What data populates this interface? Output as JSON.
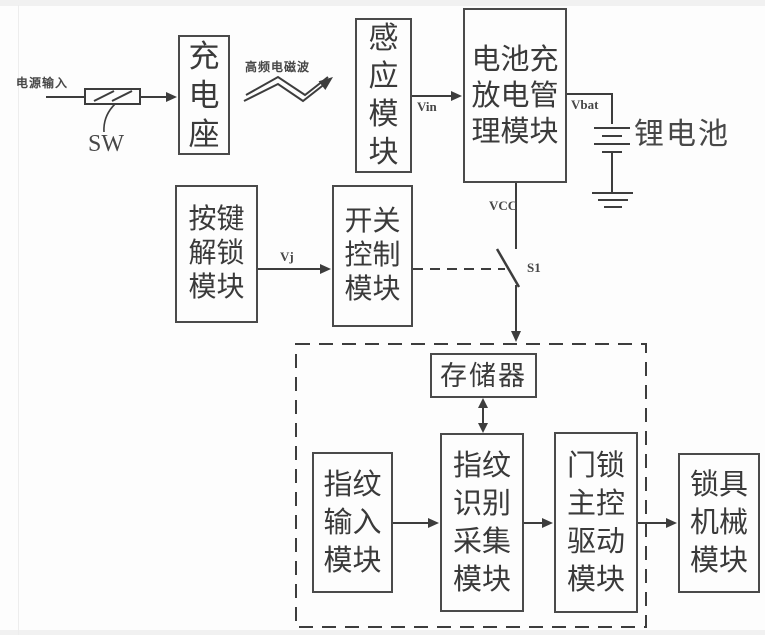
{
  "blocks": {
    "charging_dock": "充\n电\n座",
    "induction": "感\n应\n模\n块",
    "battery_mgmt": "电池充\n放电管\n理模块",
    "key_unlock": "按键\n解锁\n模块",
    "switch_ctrl": "开关\n控制\n模块",
    "memory": "存储器",
    "fp_input": "指纹\n输入\n模块",
    "fp_recognition": "指纹\n识别\n采集\n模块",
    "lock_main_drive": "门锁\n主控\n驱动\n模块",
    "lock_mech": "锁具\n机械\n模块"
  },
  "labels": {
    "power_input": "电源输入",
    "sw": "SW",
    "hf_wave": "高频电磁波",
    "vin": "Vin",
    "vbat": "Vbat",
    "li_battery": "锂电池",
    "vcc": "VCC",
    "s1": "S1",
    "vj": "Vj"
  },
  "colors": {
    "line": "#3d3d3d",
    "frame_strip": "#f1f1f1",
    "background": "#fdfdfd"
  }
}
